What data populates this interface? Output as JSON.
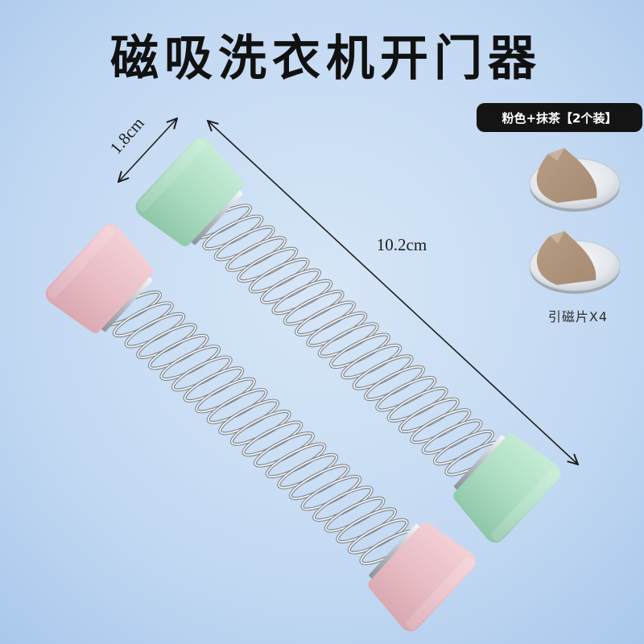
{
  "title": "磁吸洗衣机开门器",
  "badge": "粉色+抹茶【2个装】",
  "dimensions": {
    "diameter": "1.8cm",
    "length": "10.2cm"
  },
  "magnet_plate_label": "引磁片X4",
  "colors": {
    "mint_light": "#c6ecd7",
    "mint_dark": "#8fc6a8",
    "pink_light": "#f3d1d6",
    "pink_dark": "#d9a7b0",
    "badge_bg": "#141414",
    "tape": "#a68b73"
  }
}
